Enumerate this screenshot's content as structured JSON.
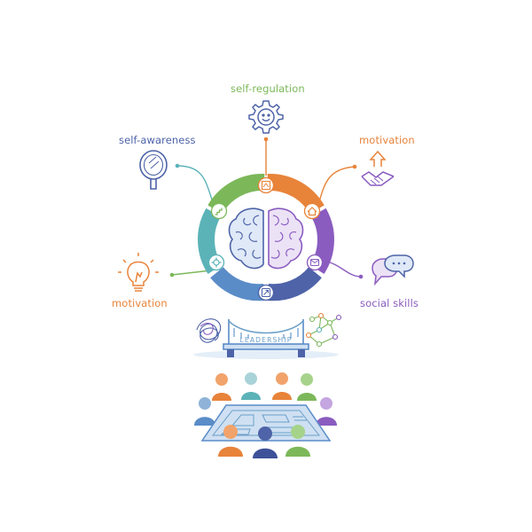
{
  "labels": {
    "top": "self-regulation",
    "upper_left": "self-awareness",
    "upper_right": "motivation",
    "lower_left": "motivation",
    "lower_right": "social skills"
  },
  "bridge": {
    "text": "LEADERSHIP"
  },
  "colors": {
    "green": "#7cb85a",
    "orange": "#e8833a",
    "purple": "#8a5cc0",
    "navy": "#4e63a8",
    "teal": "#5bb3b8",
    "blue": "#5a8cc8"
  },
  "icons": {
    "top": "gear-smile-icon",
    "upper_left": "hand-mirror-icon",
    "upper_right": "handshake-arrow-icon",
    "lower_left": "lightbulb-icon",
    "lower_right": "chat-bubbles-icon"
  }
}
